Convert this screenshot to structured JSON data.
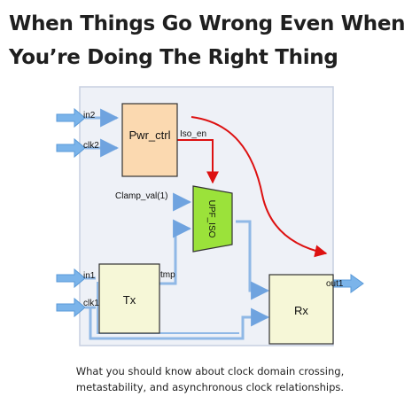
{
  "header": {
    "line1": "When Things Go Wrong Even When",
    "line2": "You’re Doing The Right Thing"
  },
  "caption": {
    "line1": "What you should know about clock domain crossing,",
    "line2": "metastability, and asynchronous clock relationships."
  },
  "diagram": {
    "blocks": {
      "pwr_ctrl": "Pwr_ctrl",
      "upf_iso": "UPF_ISO",
      "tx": "Tx",
      "rx": "Rx"
    },
    "signals": {
      "in2": "in2",
      "clk2": "clk2",
      "iso_en": "Iso_en",
      "clamp_val": "Clamp_val(1)",
      "in1": "in1",
      "clk1": "clk1",
      "tmp": "tmp",
      "out1": "out1"
    },
    "colors": {
      "panel_bg": "#eef1f7",
      "panel_border": "#c7cfe0",
      "pwr_ctrl_fill": "#fbd9b0",
      "upf_iso_fill": "#9be23a",
      "tx_rx_fill": "#f6f7d7",
      "blue_wire": "#8fb8e6",
      "red_wire": "#dd1111"
    }
  }
}
